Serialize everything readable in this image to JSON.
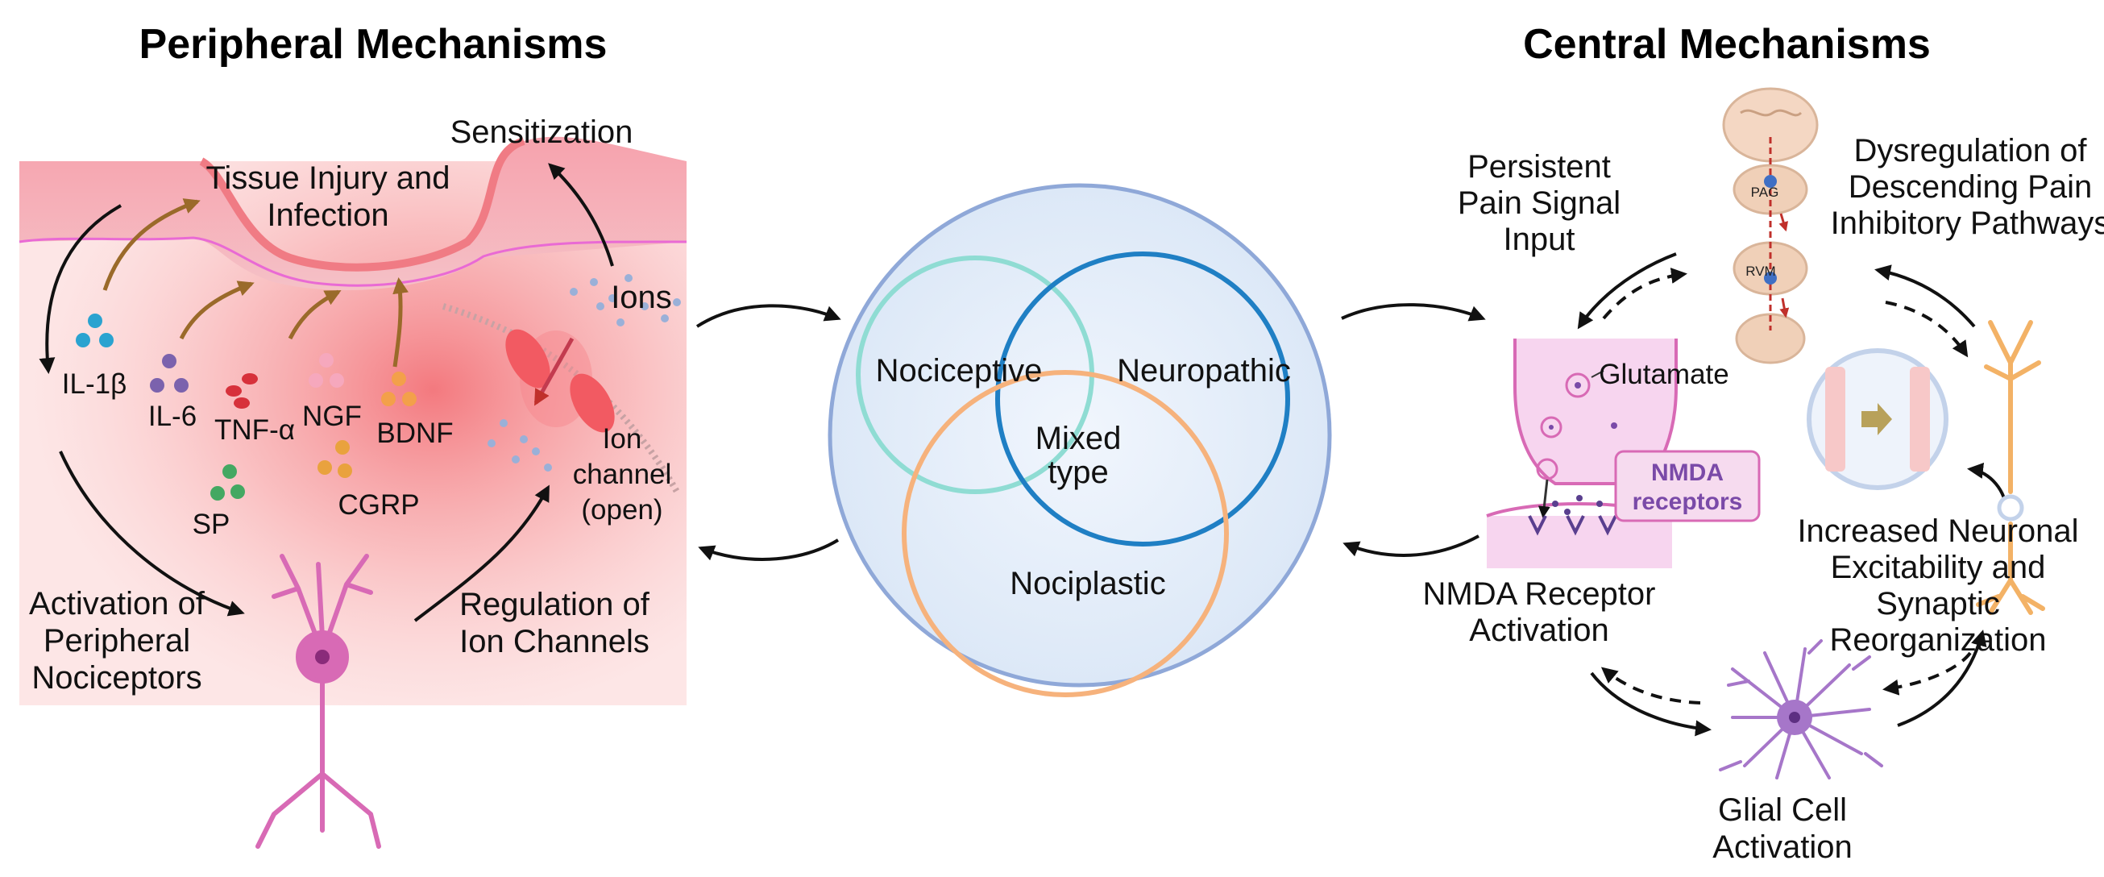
{
  "peripheral": {
    "title": "Peripheral Mechanisms",
    "sensitization": "Sensitization",
    "tissue_injury": [
      "Tissue Injury and",
      "Infection"
    ],
    "ions": "Ions",
    "ion_channel": [
      "Ion",
      "channel",
      "(open)"
    ],
    "mediators": {
      "il1b": "IL-1β",
      "il6": "IL-6",
      "tnfa": "TNF-α",
      "ngf": "NGF",
      "bdnf": "BDNF",
      "cgrp": "CGRP",
      "sp": "SP"
    },
    "activation": [
      "Activation of",
      "Peripheral",
      "Nociceptors"
    ],
    "regulation": [
      "Regulation of",
      "Ion Channels"
    ]
  },
  "center": {
    "nociceptive": "Nociceptive",
    "neuropathic": "Neuropathic",
    "mixed": [
      "Mixed",
      "type"
    ],
    "nociplastic": "Nociplastic"
  },
  "central": {
    "title": "Central Mechanisms",
    "persistent": [
      "Persistent",
      "Pain Signal",
      "Input"
    ],
    "dysregulation": [
      "Dysregulation of",
      "Descending Pain",
      "Inhibitory Pathways"
    ],
    "pag": "PAG",
    "rvm": "RVM",
    "glutamate": "Glutamate",
    "nmda_receptors": [
      "NMDA",
      "receptors"
    ],
    "nmda_activation": [
      "NMDA Receptor",
      "Activation"
    ],
    "neuronal": [
      "Increased Neuronal",
      "Excitability and",
      "Synaptic",
      "Reorganization"
    ],
    "glial": [
      "Glial Cell",
      "Activation"
    ]
  },
  "colors": {
    "skin": "#f3a0a8",
    "inflamed": "#f47b7f",
    "nociceptive_ring": "#8fdcd3",
    "neuropathic_ring": "#1f7fc4",
    "nociplastic_ring": "#f6b27c",
    "outer_ring": "#8fa8d8",
    "neuron": "#d86ab5",
    "glia": "#a676c9"
  }
}
